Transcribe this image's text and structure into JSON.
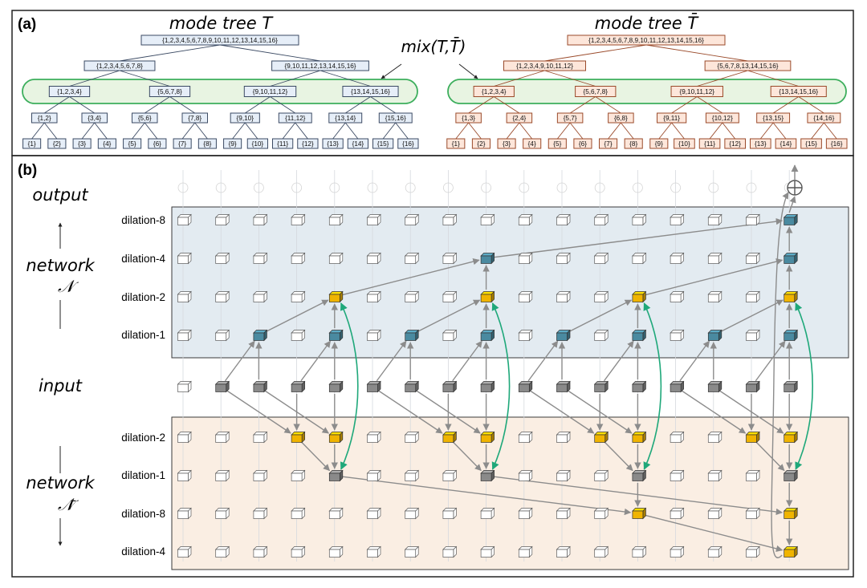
{
  "panel_a": {
    "label": "(a)",
    "tree_T": {
      "title": "mode tree T",
      "levels": [
        [
          "{1,2,3,4,5,6,7,8,9,10,11,12,13,14,15,16}"
        ],
        [
          "{1,2,3,4,5,6,7,8}",
          "{9,10,11,12,13,14,15,16}"
        ],
        [
          "{1,2,3,4}",
          "{5,6,7,8}",
          "{9,10,11,12}",
          "{13,14,15,16}"
        ],
        [
          "{1,2}",
          "{3,4}",
          "{5,6}",
          "{7,8}",
          "{9,10}",
          "{11,12}",
          "{13,14}",
          "{15,16}"
        ],
        [
          "{1}",
          "{2}",
          "{3}",
          "{4}",
          "{5}",
          "{6}",
          "{7}",
          "{8}",
          "{9}",
          "{10}",
          "{11}",
          "{12}",
          "{13}",
          "{14}",
          "{15}",
          "{16}"
        ]
      ]
    },
    "tree_Tbar": {
      "title": "mode tree T̄",
      "levels": [
        [
          "{1,2,3,4,5,6,7,8,9,10,11,12,13,14,15,16}"
        ],
        [
          "{1,2,3,4,9,10,11,12}",
          "{5,6,7,8,13,14,15,16}"
        ],
        [
          "{1,2,3,4}",
          "{5,6,7,8}",
          "{9,10,11,12}",
          "{13,14,15,16}"
        ],
        [
          "{1,3}",
          "{2,4}",
          "{5,7}",
          "{6,8}",
          "{9,11}",
          "{10,12}",
          "{13,15}",
          "{14,16}"
        ],
        [
          "{1}",
          "{2}",
          "{3}",
          "{4}",
          "{5}",
          "{6}",
          "{7}",
          "{8}",
          "{9}",
          "{10}",
          "{11}",
          "{12}",
          "{13}",
          "{14}",
          "{15}",
          "{16}"
        ]
      ]
    },
    "mix_label": "mix(T,T̄)"
  },
  "panel_b": {
    "label": "(b)",
    "side_labels": {
      "output": "output",
      "network_top": "network",
      "network_top_symbol": "𝒩",
      "input": "input",
      "network_bottom": "network",
      "network_bottom_symbol": "𝒩̄"
    },
    "top_rows": [
      "dilation-8",
      "dilation-4",
      "dilation-2",
      "dilation-1"
    ],
    "bottom_rows": [
      "dilation-2",
      "dilation-1",
      "dilation-8",
      "dilation-4"
    ],
    "sum_symbol": "⊕",
    "colors": {
      "top_region": "#e3ebf1",
      "bottom_region": "#faeee3",
      "tree_T_fill": "#e6eef8",
      "tree_T_stroke": "#3b4a63",
      "tree_Tbar_fill": "#fde6da",
      "tree_Tbar_stroke": "#9a4a2a",
      "mix_highlight_fill": "#e8f4e2",
      "mix_highlight_stroke": "#3cae5c",
      "teal_cube": "#4a8aa0",
      "gray_cube": "#8a8a8a",
      "yellow_cube": "#f0b400",
      "arrow_gray": "#8c8c8c",
      "arrow_green": "#1fa87a"
    }
  }
}
